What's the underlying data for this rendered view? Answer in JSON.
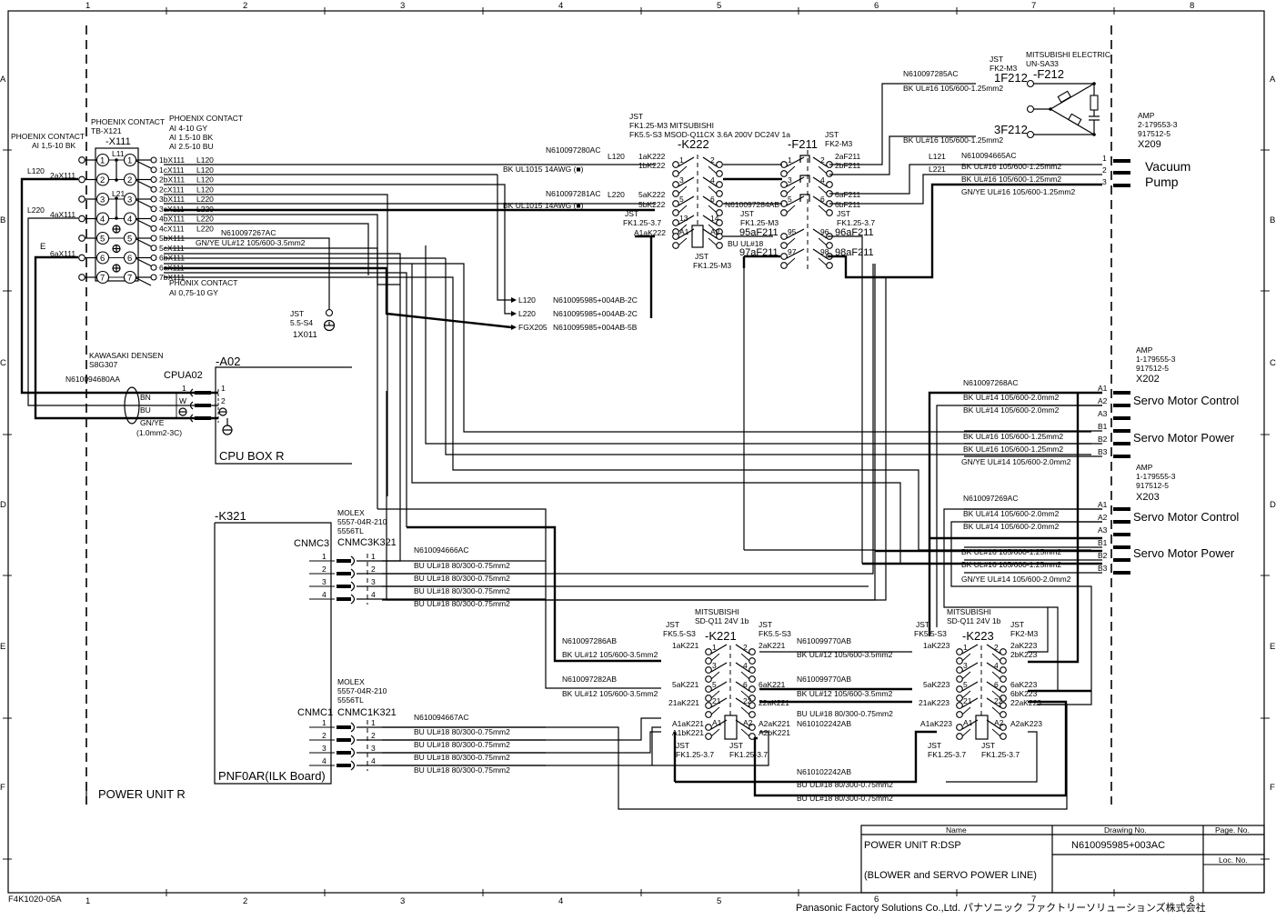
{
  "frame": {
    "columns": [
      "1",
      "2",
      "3",
      "4",
      "5",
      "6",
      "7",
      "8"
    ],
    "rows": [
      "A",
      "B",
      "C",
      "D",
      "E",
      "F"
    ],
    "sheet_code": "F4K1020-05A"
  },
  "terminal_block": {
    "left_label": [
      "PHOENIX CONTACT",
      "AI 1,5-10 BK"
    ],
    "mid_label": [
      "PHOENIX CONTACT",
      "TB-X121",
      "-X111"
    ],
    "right_label": [
      "PHOENIX CONTACT",
      "AI 4-10 GY",
      "AI 1.5-10 BK",
      "AI 2.5-10 BU"
    ],
    "bottom_label": [
      "PHONIX CONTACT",
      "AI 0,75-10 GY"
    ],
    "bridge_labels": [
      "L11",
      "L21"
    ],
    "pins": [
      "1",
      "2",
      "3",
      "4",
      "5",
      "6",
      "7"
    ],
    "left_wires": [
      {
        "signal": "L120",
        "terminal": "2aX111"
      },
      {
        "signal": "L220",
        "terminal": "4aX111"
      },
      {
        "signal": "E",
        "terminal": "6aX111"
      }
    ],
    "right_terminals": [
      {
        "terminal": "1bX111",
        "signal": "L120"
      },
      {
        "terminal": "1cX111",
        "signal": "L120"
      },
      {
        "terminal": "2bX111",
        "signal": "L120"
      },
      {
        "terminal": "2cX111",
        "signal": "L120"
      },
      {
        "terminal": "3bX111",
        "signal": "L220"
      },
      {
        "terminal": "3cX111",
        "signal": "L220"
      },
      {
        "terminal": "4bX111",
        "signal": "L220"
      },
      {
        "terminal": "4cX111",
        "signal": "L220"
      },
      {
        "terminal": "5bX111",
        "signal": ""
      },
      {
        "terminal": "5cX111",
        "signal": ""
      },
      {
        "terminal": "6bX111",
        "signal": ""
      },
      {
        "terminal": "6cX111",
        "signal": ""
      },
      {
        "terminal": "7bX111",
        "signal": ""
      }
    ],
    "ground_cable": {
      "part": "N610097267AC",
      "spec": "GN/YE  UL#12  105/600-3.5mm2"
    }
  },
  "ground_terminal": {
    "lines": [
      "JST",
      "5.5-S4",
      "1X011"
    ]
  },
  "cable_cpu": {
    "maker": "KAWASAKI DENSEN",
    "model": "S8G307",
    "part": "N610094680AA",
    "cores": [
      "BN",
      "BU",
      "GN/YE"
    ],
    "spec": "(1.0mm2-3C)",
    "connector": "CPUA02",
    "pins_left": [
      "1",
      "W"
    ],
    "pins_right": [
      "1",
      "2"
    ]
  },
  "cpu_box": {
    "ref": "-A02",
    "label": "CPU BOX R"
  },
  "k222": {
    "header": [
      "JST",
      "FK1.25-M3  MITSUBISHI",
      "FK5.5-S3   MSOD-Q11CX 3.6A 200V DC24V 1a"
    ],
    "ref": "-K222",
    "cable1_part": "N610097280AC",
    "cable1_signal": "L120",
    "cable1_spec": "BK  UL1015  14AWG (■)",
    "cable2_part": "N610097281AC",
    "cable2_signal": "L220",
    "cable2_spec": "BK  UL1015  14AWG (■)",
    "terminals": [
      "1aK222",
      "1bK222",
      "5aK222",
      "5bK222",
      "A1aK222"
    ],
    "contacts": [
      "1",
      "2",
      "3",
      "4",
      "5",
      "6",
      "13",
      "14",
      "A1",
      "A2"
    ],
    "coil_terminal": [
      "JST",
      "FK1.25-3.7"
    ],
    "coil_bottom": [
      "JST",
      "FK1.25-M3"
    ],
    "link_part": "N610097284AB",
    "link_spec": "BU  UL#18"
  },
  "f211": {
    "ref": "-F211",
    "header": [
      "JST",
      "FK2-M3"
    ],
    "terminals": [
      "2aF211",
      "2bF211",
      "6aF211",
      "6bF211",
      "95aF211",
      "96aF211",
      "97aF211",
      "98aF211"
    ],
    "contacts": [
      "1",
      "2",
      "3",
      "4",
      "5",
      "6",
      "95",
      "96",
      "97",
      "98"
    ],
    "label_left": [
      "JST",
      "FK1.25-M3"
    ],
    "label_right": [
      "JST",
      "FK1.25-3.7"
    ]
  },
  "f212": {
    "maker": [
      "MITSUBISHI ELECTRIC",
      "UN-SA33"
    ],
    "ref": "-F212",
    "header": [
      "JST",
      "FK2-M3"
    ],
    "terminals": [
      "1F212",
      "3F212"
    ],
    "cable_part": "N610097285AC",
    "cable_spec": "BK UL#16  105/600-1.25mm2"
  },
  "routing_refs": [
    {
      "signal": "L120",
      "ref": "N610095985+004AB-2C"
    },
    {
      "signal": "L220",
      "ref": "N610095985+004AB-2C"
    },
    {
      "signal": "FGX205",
      "ref": "N610095985+004AB-5B"
    }
  ],
  "x209": {
    "header": [
      "AMP",
      "2-179553-3",
      "917512-5",
      "X209"
    ],
    "label": [
      "Vacuum",
      "Pump"
    ],
    "cable_part": "N610094665AC",
    "signals": [
      "L121",
      "L221"
    ],
    "pins": [
      "1",
      "2",
      "3"
    ],
    "wires": [
      "BK  UL#16  105/600-1.25mm2",
      "BK  UL#16  105/600-1.25mm2",
      "GN/YE  UL#16  105/600-1.25mm2"
    ]
  },
  "x202": {
    "header": [
      "AMP",
      "1-179555-3",
      "917512-5",
      "X202"
    ],
    "cable_part": "N610097268AC",
    "pins": [
      "A1",
      "A2",
      "A3",
      "B1",
      "B2",
      "B3"
    ],
    "wires": [
      "BK UL#14  105/600-2.0mm2",
      "BK UL#14  105/600-2.0mm2",
      "BK UL#16  105/600-1.25mm2",
      "BK UL#16  105/600-1.25mm2",
      "GN/YE UL#14  105/600-2.0mm2"
    ],
    "labels": [
      "Servo Motor Control",
      "Servo Motor Power"
    ]
  },
  "x203": {
    "header": [
      "AMP",
      "1-179555-3",
      "917512-5",
      "X203"
    ],
    "cable_part": "N610097269AC",
    "pins": [
      "A1",
      "A2",
      "A3",
      "B1",
      "B2",
      "B3"
    ],
    "wires": [
      "BK UL#14  105/600-2.0mm2",
      "BK UL#14  105/600-2.0mm2",
      "BK    UL#16  105/600-1.25mm2",
      "BK    UL#16  105/600-1.25mm2",
      "GN/YE UL#14  105/600-2.0mm2"
    ],
    "labels": [
      "Servo Motor Control",
      "Servo Motor Power"
    ]
  },
  "k321": {
    "ref": "-K321",
    "board": "PNF0AR(ILK Board)",
    "unit": "POWER  UNIT R",
    "cnmc3": {
      "name": "CNMC3",
      "header": [
        "MOLEX",
        "5557-04R-210",
        "5556TL",
        "CNMC3K321"
      ],
      "part": "N610094666AC",
      "pins": [
        "1",
        "2",
        "3",
        "4"
      ],
      "wires": [
        "BU    UL#18  80/300-0.75mm2",
        "BU    UL#18  80/300-0.75mm2",
        "BU    UL#18  80/300-0.75mm2",
        "BU    UL#18  80/300-0.75mm2"
      ]
    },
    "cnmc1": {
      "name": "CNMC1",
      "header": [
        "MOLEX",
        "5557-04R-210",
        "5556TL",
        "CNMC1K321"
      ],
      "part": "N610094667AC",
      "pins": [
        "1",
        "2",
        "3",
        "4"
      ],
      "wires": [
        "BU    UL#18  80/300-0.75mm2",
        "BU    UL#18  80/300-0.75mm2",
        "BU    UL#18  80/300-0.75mm2",
        "BU    UL#18  80/300-0.75mm2"
      ]
    }
  },
  "k221": {
    "header": [
      "MITSUBISHI",
      "SD-Q11 24V 1b"
    ],
    "ref": "-K221",
    "left_conn": [
      "JST",
      "FK5.5-S3"
    ],
    "right_conn": [
      "JST",
      "FK5.5-S3"
    ],
    "terminals_left": [
      "1aK221",
      "5aK221",
      "21aK221",
      "A1aK221",
      "A1bK221"
    ],
    "terminals_right": [
      "2aK221",
      "6aK221",
      "22aK221",
      "A2aK221",
      "A2bK221"
    ],
    "contacts": [
      "1",
      "2",
      "3",
      "4",
      "5",
      "6",
      "21",
      "22",
      "A1",
      "A2"
    ],
    "coil_conn_left": [
      "JST",
      "FK1.25-3.7"
    ],
    "coil_conn_right": [
      "JST",
      "FK1.25-3.7"
    ],
    "in_cable1_part": "N610097286AB",
    "in_cable1_spec": "BK  UL#12  105/600-3.5mm2",
    "in_cable2_part": "N610097282AB",
    "in_cable2_spec": "BK  UL#12  105/600-3.5mm2",
    "out_cable1_part": "N610099770AB",
    "out_cable1_spec": "BK  UL#12  105/600-3.5mm2",
    "out_cable2_part": "N610099770AB",
    "out_cable2_spec": "BK  UL#12  105/600-3.5mm2",
    "out_cable3_spec": "BU  UL#18  80/300-0.75mm2",
    "out_cable3_part": "N610102242AB"
  },
  "k223": {
    "header": [
      "MITSUBISHI",
      "SD-Q11 24V 1b"
    ],
    "ref": "-K223",
    "left_conn": [
      "JST",
      "FK5.5-S3"
    ],
    "right_conn": [
      "JST",
      "FK2-M3"
    ],
    "terminals_left": [
      "1aK223",
      "5aK223",
      "21aK223",
      "A1aK223"
    ],
    "terminals_right": [
      "2aK223",
      "2bK223",
      "6aK223",
      "6bK223",
      "22aK223",
      "A2aK223"
    ],
    "contacts": [
      "1",
      "2",
      "3",
      "4",
      "5",
      "6",
      "21",
      "22",
      "A1",
      "A2"
    ],
    "coil_conn_left": [
      "JST",
      "FK1.25-3.7"
    ],
    "coil_conn_right": [
      "JST",
      "FK1.25-3.7"
    ]
  },
  "bottom_cable": {
    "part": "N610102242AB",
    "wires": [
      "BU UL#18  80/300-0.75mm2",
      "BU UL#18  80/300-0.75mm2"
    ]
  },
  "title_block": {
    "name_header": "Name",
    "drawing_header": "Drawing No.",
    "page_header": "Page. No.",
    "loc_header": "Loc. No.",
    "name_line1": "POWER UNIT R:DSP",
    "name_line2": "(BLOWER and SERVO POWER LINE)",
    "drawing_no": "N610095985+003AC",
    "page_no": "",
    "loc_no": ""
  },
  "company": "Panasonic Factory Solutions Co.,Ltd.  パナソニック ファクトリーソリューションズ株式会社"
}
